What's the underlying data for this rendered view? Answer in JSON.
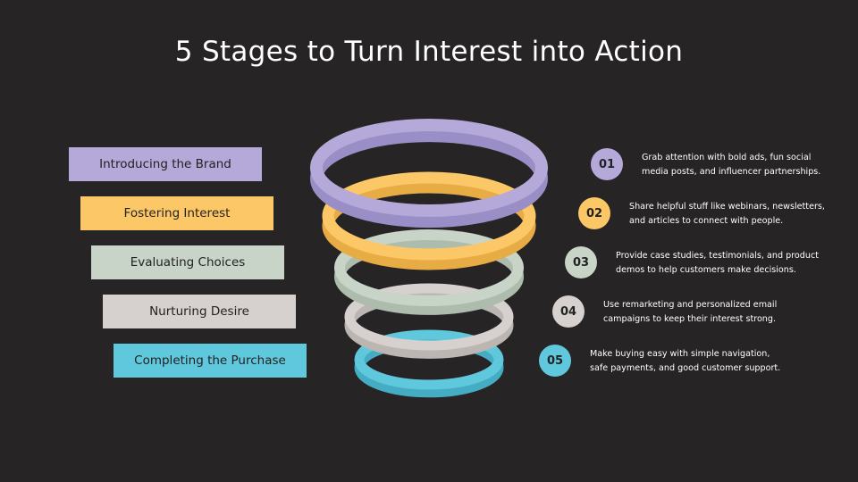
{
  "title": "5 Stages to Turn Interest into Action",
  "stages": [
    {
      "label": "Introducing the Brand",
      "number": "01",
      "description_lines": [
        "Grab attention with bold ads, fun social",
        "media posts, and influencer partnerships."
      ],
      "color": "#b4a9d9",
      "dark": "#9a8ec6"
    },
    {
      "label": "Fostering Interest",
      "number": "02",
      "description_lines": [
        "Share helpful stuff like webinars, newsletters,",
        "and articles to connect with people."
      ],
      "color": "#fcc766",
      "dark": "#e8ac45"
    },
    {
      "label": "Evaluating Choices",
      "number": "03",
      "description_lines": [
        "Provide case studies, testimonials, and product",
        "demos to help customers make decisions."
      ],
      "color": "#c8d4c8",
      "dark": "#adbcad"
    },
    {
      "label": "Nurturing Desire",
      "number": "04",
      "description_lines": [
        "Use remarketing and personalized email",
        "campaigns to keep their interest strong."
      ],
      "color": "#d6d1cf",
      "dark": "#bcb6b3"
    },
    {
      "label": "Completing the Purchase",
      "number": "05",
      "description_lines": [
        "Make buying easy with simple navigation,",
        "safe payments, and good customer support."
      ],
      "color": "#5fc8dd",
      "dark": "#45adc3"
    }
  ]
}
